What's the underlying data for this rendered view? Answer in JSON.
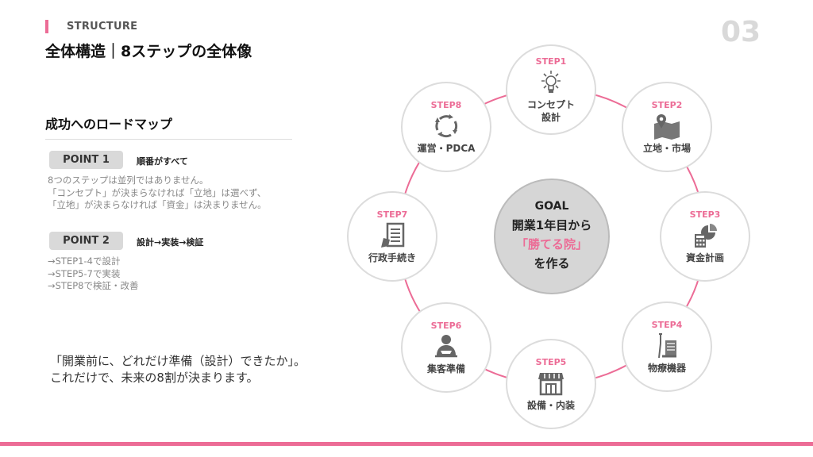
{
  "header": {
    "eyebrow": "STRUCTURE",
    "title": "全体構造｜8ステップの全体像",
    "page_number": "03"
  },
  "left": {
    "subtitle": "成功へのロードマップ",
    "points": [
      {
        "badge": "POINT 1",
        "heading": "順番がすべて",
        "lines": [
          "8つのステップは並列ではありません。",
          "「コンセプト」が決まらなければ「立地」は選べず、",
          "「立地」が決まらなければ「資金」は決まりません。"
        ]
      },
      {
        "badge": "POINT 2",
        "heading": "設計→実装→検証",
        "lines": [
          "→STEP1-4で設計",
          "→STEP5-7で実装",
          "→STEP8で検証・改善"
        ]
      }
    ],
    "quote": [
      "「開業前に、どれだけ準備（設計）できたか」。",
      "これだけで、未来の8割が決まります。"
    ]
  },
  "goal": {
    "label": "GOAL",
    "line1": "開業1年目から",
    "line2": "「勝てる院」",
    "line3": "を作る"
  },
  "steps": [
    {
      "step": "STEP1",
      "label": "コンセプト\n設計",
      "icon": "lightbulb-icon"
    },
    {
      "step": "STEP2",
      "label": "立地・市場",
      "icon": "map-pin-icon"
    },
    {
      "step": "STEP3",
      "label": "資金計画",
      "icon": "calculator-chart-icon"
    },
    {
      "step": "STEP4",
      "label": "物療機器",
      "icon": "crutch-cast-icon"
    },
    {
      "step": "STEP5",
      "label": "設備・内装",
      "icon": "storefront-icon"
    },
    {
      "step": "STEP6",
      "label": "集客準備",
      "icon": "person-book-icon"
    },
    {
      "step": "STEP7",
      "label": "行政手続き",
      "icon": "document-hand-icon"
    },
    {
      "step": "STEP8",
      "label": "運営・PDCA",
      "icon": "pdca-cycle-icon"
    }
  ],
  "colors": {
    "accent": "#ec6c96",
    "goal_fill": "#d6d6d6",
    "icon": "#666666"
  }
}
